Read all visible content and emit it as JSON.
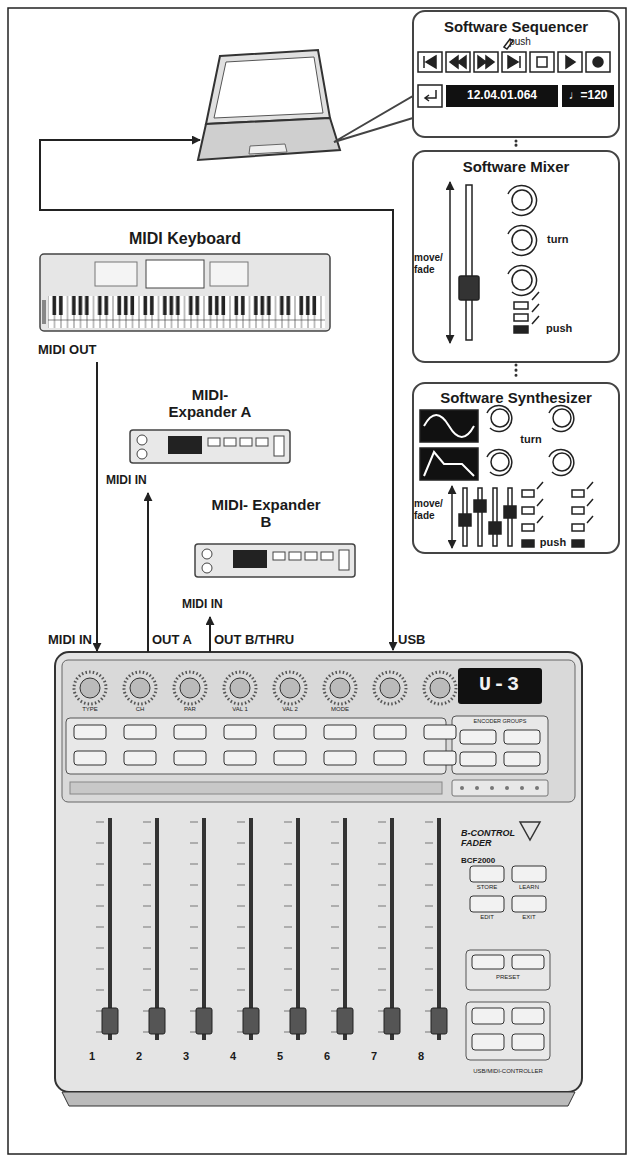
{
  "diagram": {
    "nodes": [
      {
        "text": [
          "Software Sequencer"
        ]
      },
      {
        "text": [
          "Software Mixer"
        ]
      },
      {
        "text": [
          "Software Synthesizer"
        ]
      },
      {
        "text": [
          "MIDI Keyboard",
          "MIDI OUT"
        ]
      },
      {
        "text": [
          "MIDI- Expander A",
          "MIDI IN"
        ]
      },
      {
        "text": [
          "MIDI- Expander B",
          "MIDI IN"
        ]
      },
      {
        "text": [
          "B-CONTROL FADER",
          "BCF2000"
        ]
      }
    ],
    "edges": [
      {
        "from": 3,
        "to": 6,
        "arrow": "to"
      },
      {
        "from": 6,
        "to": 4,
        "arrow": "to"
      },
      {
        "from": 6,
        "to": 5,
        "arrow": "to"
      }
    ],
    "labels": [
      "push",
      "12.04.01.064",
      "♩=120",
      "move/ fade",
      "turn",
      "push",
      "turn",
      "move/ fade",
      "push",
      "MIDI IN",
      "OUT A",
      "OUT B/THRU",
      "USB",
      "TYPE",
      "CH",
      "PAR",
      "VAL 1",
      "VAL 2",
      "MODE",
      "U-3",
      "ENCODER GROUPS",
      "STORE",
      "LEARN",
      "EDIT",
      "EXIT",
      "PRESET",
      "USB/MIDI-CONTROLLER",
      "1",
      "2",
      "3",
      "4",
      "5",
      "6",
      "7",
      "8"
    ]
  }
}
